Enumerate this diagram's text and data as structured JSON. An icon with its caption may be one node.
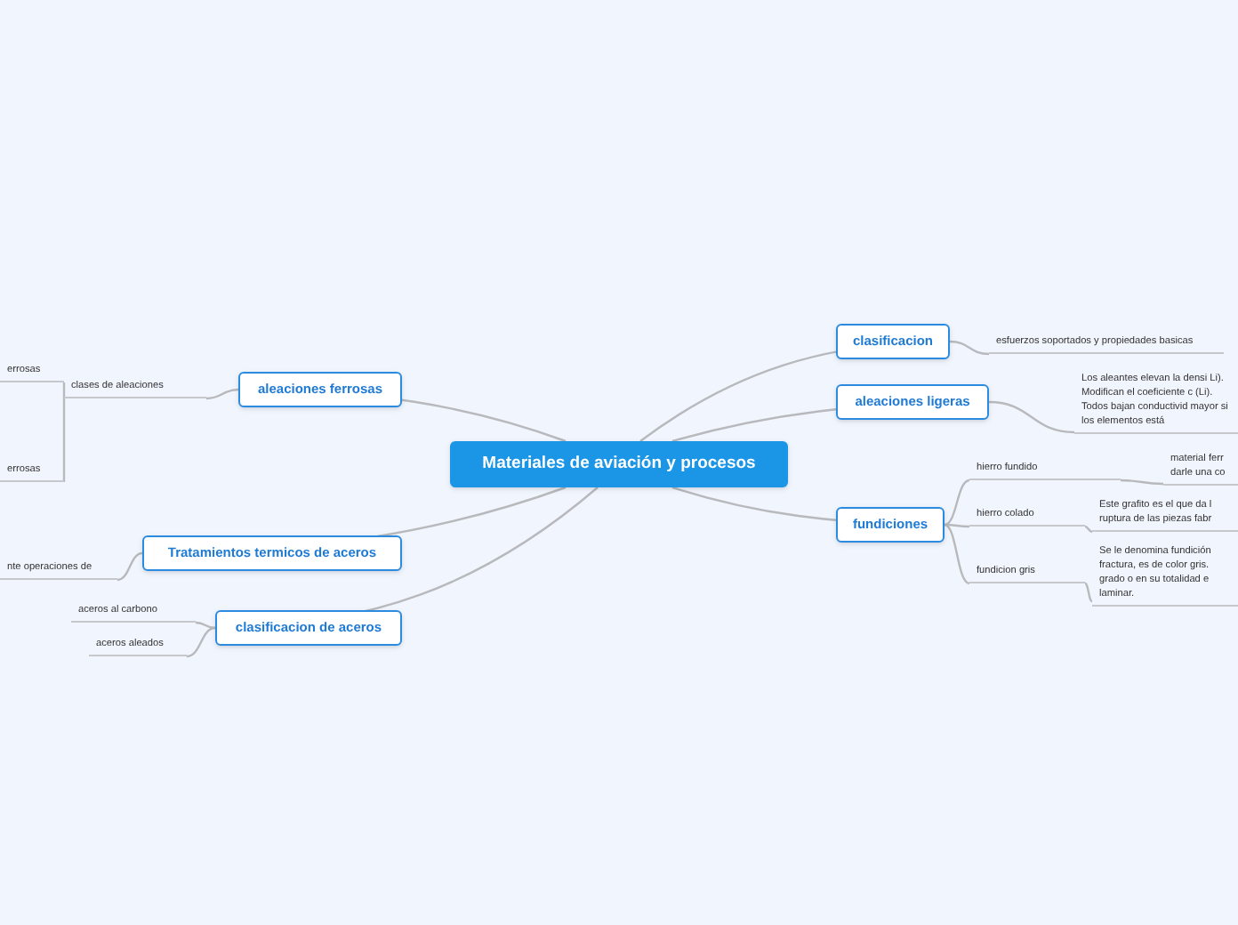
{
  "diagram": {
    "nodes": [
      {
        "text": [
          "Materiales de aviación y procesos"
        ]
      },
      {
        "text": [
          "clasificacion"
        ]
      },
      {
        "text": [
          "esfuerzos soportados y propiedades basicas"
        ]
      },
      {
        "text": [
          "aleaciones ligeras"
        ]
      },
      {
        "text": [
          "Los aleantes elevan la densi Li). Modifican el coeficiente c (Li). Todos bajan conductivid mayor si los elementos está"
        ]
      },
      {
        "text": [
          "fundiciones"
        ]
      },
      {
        "text": [
          "hierro fundido"
        ]
      },
      {
        "text": [
          "material ferr darle una co"
        ]
      },
      {
        "text": [
          "hierro colado"
        ]
      },
      {
        "text": [
          "Este grafito es el que da l ruptura de las piezas fabr"
        ]
      },
      {
        "text": [
          "fundicion gris"
        ]
      },
      {
        "text": [
          "Se le denomina fundición fractura, es de color gris. grado o en su totalidad e laminar."
        ]
      },
      {
        "text": [
          "aleaciones ferrosas"
        ]
      },
      {
        "text": [
          "clases de aleaciones"
        ]
      },
      {
        "text": [
          "errosas"
        ]
      },
      {
        "text": [
          "errosas"
        ]
      },
      {
        "text": [
          "Tratamientos termicos de aceros"
        ]
      },
      {
        "text": [
          "nte operaciones de"
        ]
      },
      {
        "text": [
          "clasificacion de aceros"
        ]
      },
      {
        "text": [
          "aceros al carbono"
        ]
      },
      {
        "text": [
          "aceros aleados"
        ]
      }
    ],
    "edges": [
      {
        "from": 0,
        "to": 1,
        "arrow": "none"
      },
      {
        "from": 0,
        "to": 3,
        "arrow": "none"
      },
      {
        "from": 0,
        "to": 5,
        "arrow": "none"
      },
      {
        "from": 0,
        "to": 12,
        "arrow": "none"
      },
      {
        "from": 0,
        "to": 16,
        "arrow": "none"
      },
      {
        "from": 0,
        "to": 18,
        "arrow": "none"
      },
      {
        "from": 1,
        "to": 2,
        "arrow": "none"
      },
      {
        "from": 3,
        "to": 4,
        "arrow": "none"
      },
      {
        "from": 5,
        "to": 6,
        "arrow": "none"
      },
      {
        "from": 5,
        "to": 8,
        "arrow": "none"
      },
      {
        "from": 5,
        "to": 10,
        "arrow": "none"
      },
      {
        "from": 6,
        "to": 7,
        "arrow": "none"
      },
      {
        "from": 8,
        "to": 9,
        "arrow": "none"
      },
      {
        "from": 10,
        "to": 11,
        "arrow": "none"
      },
      {
        "from": 12,
        "to": 13,
        "arrow": "none"
      },
      {
        "from": 13,
        "to": 14,
        "arrow": "none"
      },
      {
        "from": 13,
        "to": 15,
        "arrow": "none"
      },
      {
        "from": 16,
        "to": 17,
        "arrow": "none"
      },
      {
        "from": 18,
        "to": 19,
        "arrow": "none"
      },
      {
        "from": 18,
        "to": 20,
        "arrow": "none"
      }
    ]
  }
}
